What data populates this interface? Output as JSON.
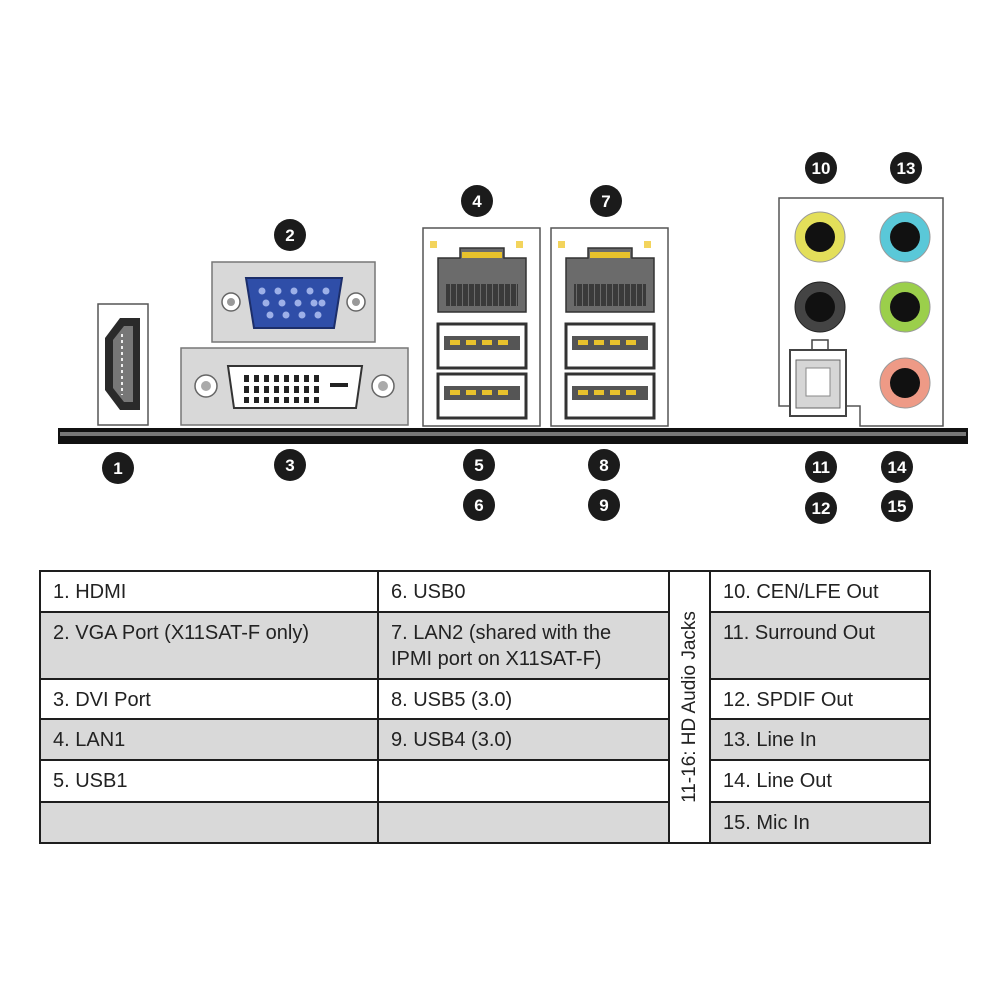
{
  "markers": [
    "1",
    "2",
    "3",
    "4",
    "5",
    "6",
    "7",
    "8",
    "9",
    "10",
    "11",
    "12",
    "13",
    "14",
    "15"
  ],
  "legend": {
    "rows": [
      [
        "1. HDMI",
        "6. USB0",
        "10. CEN/LFE Out"
      ],
      [
        "2. VGA Port (X11SAT-F only)",
        "7. LAN2 (shared with the IPMI port on X11SAT-F)",
        "11. Surround Out"
      ],
      [
        "3. DVI Port",
        "8. USB5 (3.0)",
        "12. SPDIF Out"
      ],
      [
        "4. LAN1",
        "9. USB4 (3.0)",
        "13. Line In"
      ],
      [
        "5. USB1",
        "",
        "14. Line Out"
      ],
      [
        "",
        "",
        "15. Mic In"
      ]
    ],
    "vertical_label": "11-16: HD Audio Jacks"
  },
  "colors": {
    "vga_blue": "#2f4ea8",
    "jack_yellow": "#e3df5a",
    "jack_cyan": "#5ac8d8",
    "jack_green": "#9bcf4b",
    "jack_pink": "#ee9a86",
    "rj45_led": "#e8c22c",
    "row_shade": "#d9d9d9"
  }
}
